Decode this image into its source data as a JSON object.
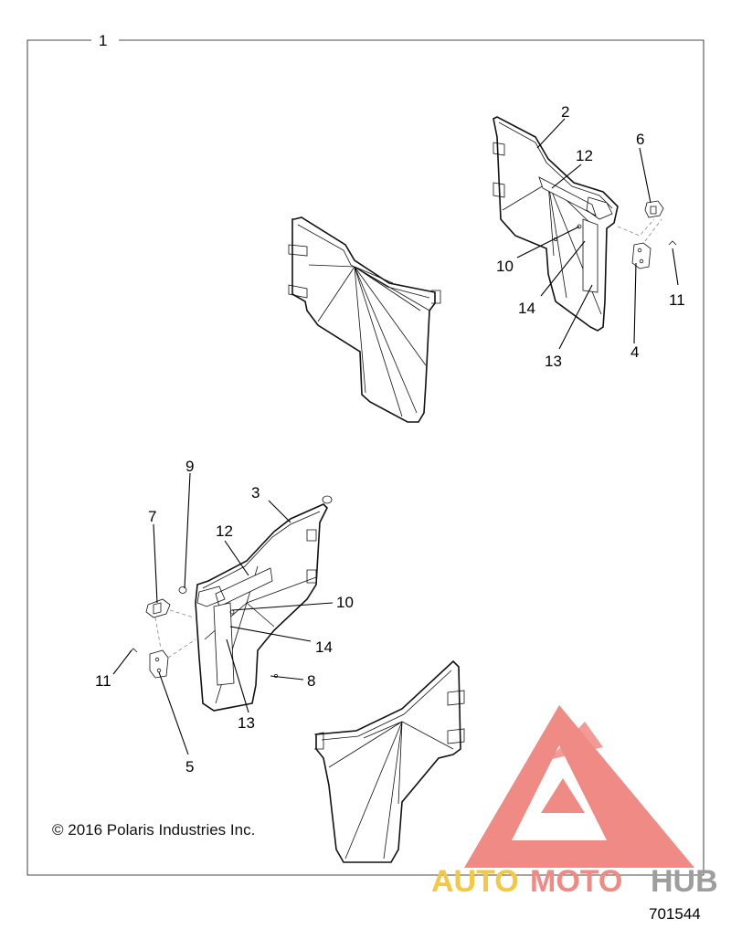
{
  "diagram": {
    "callouts": {
      "c1": "1",
      "c2": "2",
      "c3": "3",
      "c4": "4",
      "c5": "5",
      "c6": "6",
      "c7": "7",
      "c8": "8",
      "c9": "9",
      "c10_upper": "10",
      "c10_lower": "10",
      "c11_upper": "11",
      "c11_lower": "11",
      "c12_upper": "12",
      "c12_lower": "12",
      "c13_upper": "13",
      "c13_lower": "13",
      "c14_upper": "14",
      "c14_lower": "14"
    },
    "copyright": "© 2016 Polaris Industries Inc.",
    "document_number": "701544"
  },
  "watermark": {
    "text_part1": "AUTO",
    "text_part2": "MOTO",
    "text_part3": "HUB",
    "colors": {
      "triangle": "#f08a84",
      "auto": "#f5c842",
      "moto": "#f08a84",
      "hub": "#9e9e9e"
    }
  }
}
